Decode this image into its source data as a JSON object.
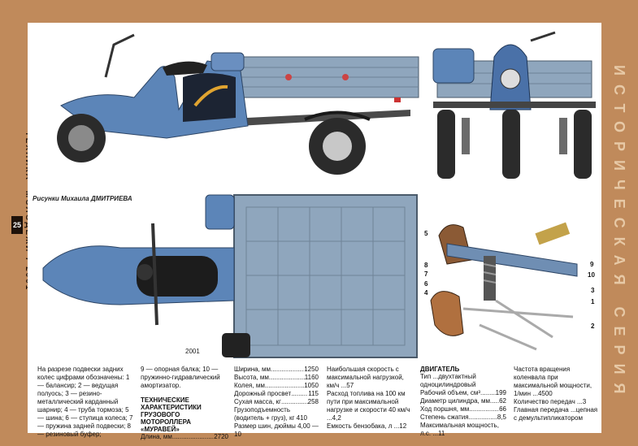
{
  "spine": {
    "magazine": "ТЕХНИКА—МОЛОДЕЖИ 7'2001",
    "page_number": "25"
  },
  "series_title": "ИСТОРИЧЕСКАЯ СЕРИЯ",
  "credit": "Рисунки Михаила ДМИТРИЕВА",
  "legend_text": "На разрезе подвески задних колес цифрами обозначены: 1 — балансир; 2 — ведущая полуось; 3 — резино-металлический карданный шарнир; 4 — труба тормоза; 5 — шина; 6 — ступица колеса; 7 — пружина задней подвески; 8 — резиновый буфер;",
  "legend_text_2": "9 — опорная балка; 10 — пружинно-гидравлический амортизатор.",
  "specs_heading": "ТЕХНИЧЕСКИЕ ХАРАКТЕРИСТИКИ ГРУЗОВОГО МОТОРОЛЛЕРА «МУРАВЕЙ»",
  "specs_col1": [
    {
      "k": "Длина, мм",
      "v": "2720"
    }
  ],
  "specs_col2": [
    {
      "k": "Ширина, мм",
      "v": "1250"
    },
    {
      "k": "Высота, мм",
      "v": "1160"
    },
    {
      "k": "Колея, мм",
      "v": "1050"
    },
    {
      "k": "Дорожный просвет",
      "v": "115"
    },
    {
      "k": "Сухая масса, кг",
      "v": "258"
    },
    {
      "k": "Грузоподъемность (водитель + груз), кг",
      "v": "410"
    },
    {
      "k": "Размер шин, дюймы",
      "v": "4,00 — 10"
    }
  ],
  "specs_col3": [
    {
      "k": "Наибольшая скорость с максимальной нагрузкой, км/ч",
      "v": "57"
    },
    {
      "k": "Расход топлива на 100 км пути при максимальной нагрузке и скорости 40 км/ч",
      "v": "4,2"
    },
    {
      "k": "Емкость бензобака, л",
      "v": "12"
    }
  ],
  "engine_heading": "ДВИГАТЕЛЬ",
  "specs_col4": [
    {
      "k": "Тип",
      "v": "двухтактный одноцилиндровый"
    },
    {
      "k": "Рабочий объем, см³",
      "v": "199"
    },
    {
      "k": "Диаметр цилиндра, мм",
      "v": "62"
    },
    {
      "k": "Ход поршня, мм",
      "v": "66"
    },
    {
      "k": "Степень сжатия",
      "v": "8,5"
    },
    {
      "k": "Максимальная мощность, л.с.",
      "v": "11"
    }
  ],
  "specs_col5": [
    {
      "k": "Частота вращения коленвала при максимальной мощности, 1/мин",
      "v": "4500"
    },
    {
      "k": "Количество передач",
      "v": "3"
    },
    {
      "k": "Главная передача",
      "v": "цепная с демультипликатором"
    }
  ],
  "callouts_left": [
    "5",
    "8",
    "7",
    "6",
    "4"
  ],
  "callouts_right": [
    "9",
    "10",
    "3",
    "1",
    "2"
  ],
  "scale_text": "2001"
}
